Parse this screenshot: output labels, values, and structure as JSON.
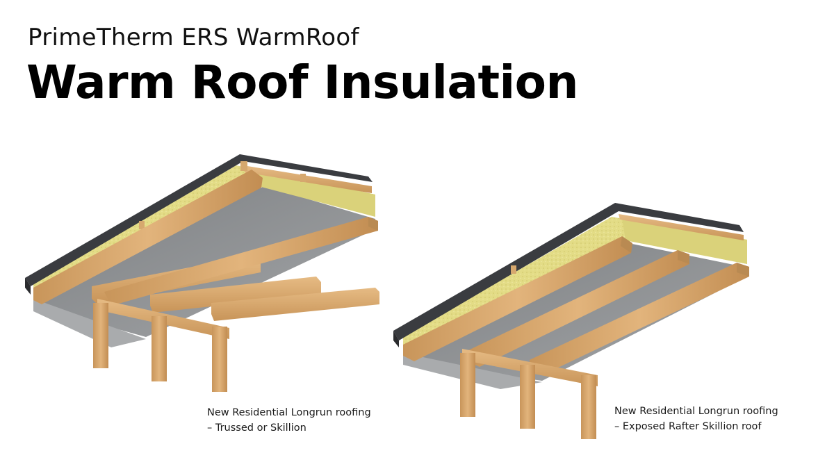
{
  "header": {
    "subtitle": "PrimeTherm ERS WarmRoof",
    "title": "Warm Roof Insulation"
  },
  "diagrams": [
    {
      "caption_line1": "New Residential Longrun roofing",
      "caption_line2": "– Trussed or Skillion"
    },
    {
      "caption_line1": "New Residential Longrun roofing",
      "caption_line2": "– Exposed Rafter Skillion roof"
    }
  ],
  "colors": {
    "roofing": "#3d3f42",
    "insulation": "#e6df8a",
    "timber": "#dcae76",
    "timber_dark": "#b98a52",
    "underlay": "#8e9092"
  }
}
